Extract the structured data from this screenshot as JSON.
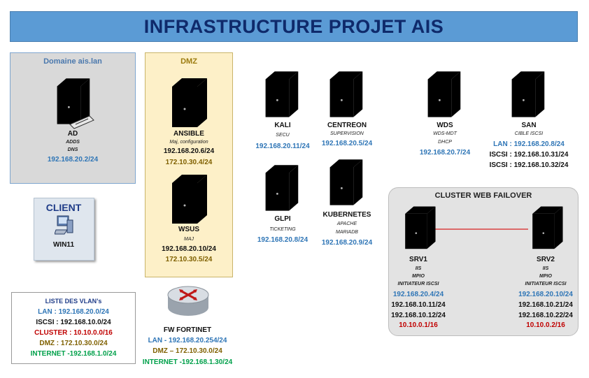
{
  "title": "INFRASTRUCTURE PROJET AIS",
  "domain": {
    "title": "Domaine ais.lan",
    "server": {
      "name": "AD",
      "roles": [
        "ADDS",
        "DNS"
      ],
      "ip": "192.168.20.2/24"
    }
  },
  "dmz": {
    "title": "DMZ",
    "ansible": {
      "name": "ANSIBLE",
      "role": "Maj, configuration",
      "ip1": "192.168.20.6/24",
      "ip2": "172.10.30.4/24"
    },
    "wsus": {
      "name": "WSUS",
      "role": "MAJ",
      "ip1": "192.168.20.10/24",
      "ip2": "172.10.30.5/24"
    }
  },
  "servers": {
    "kali": {
      "name": "KALI",
      "role": "SECU",
      "ip": "192.168.20.11/24"
    },
    "centreon": {
      "name": "CENTREON",
      "role": "SUPERVISION",
      "ip": "192.168.20.5/24"
    },
    "glpi": {
      "name": "GLPI",
      "role": "TICKETING",
      "ip": "192.168.20.8/24"
    },
    "kubernetes": {
      "name": "KUBERNETES",
      "role1": "APACHE",
      "role2": "MARIADB",
      "ip": "192.168.20.9/24"
    },
    "wds": {
      "name": "WDS",
      "role1": "WDS-MDT",
      "role2": "DHCP",
      "ip": "192.168.20.7/24"
    },
    "san": {
      "name": "SAN",
      "role": "CIBLE ISCSI",
      "lan": "LAN : 192.168.20.8/24",
      "iscsi1": "ISCSI : 192.168.10.31/24",
      "iscsi2": "ISCSI : 192.168.10.32/24"
    }
  },
  "client": {
    "title": "CLIENT",
    "name": "WIN11"
  },
  "cluster": {
    "title": "CLUSTER WEB FAILOVER",
    "srv1": {
      "name": "SRV1",
      "role1": "IIS",
      "role2": "MPIO",
      "role3": "INITIATEUR ISCSI",
      "ip1": "192.168.20.4/24",
      "ip2": "192.168.10.11/24",
      "ip3": "192.168.10.12/24",
      "ip4": "10.10.0.1/16"
    },
    "srv2": {
      "name": "SRV2",
      "role1": "IIS",
      "role2": "MPIO",
      "role3": "INITIATEUR ISCSI",
      "ip1": "192.168.20.10/24",
      "ip2": "192.168.10.21/24",
      "ip3": "192.168.10.22/24",
      "ip4": "10.10.0.2/16"
    }
  },
  "vlans": {
    "title": "LISTE DES VLAN’s",
    "lan": "LAN : 192.168.20.0/24",
    "iscsi": "ISCSI : 192.168.10.0/24",
    "cluster": "CLUSTER : 10.10.0.0/16",
    "dmz": "DMZ : 172.10.30.0/24",
    "internet": "INTERNET -192.168.1.0/24"
  },
  "firewall": {
    "name": "FW FORTINET",
    "lan": "LAN - 192.168.20.254/24",
    "dmz": "DMZ – 172.10.30.0/24",
    "internet": "INTERNET -192.168.1.30/24"
  },
  "colors": {
    "banner": "#5b9bd5",
    "lan": "#2e75b6",
    "dmz": "#7f6000",
    "cluster": "#c00000",
    "internet": "#00a04a",
    "server_blue": "#3d6fc4",
    "server_orange": "#d9702c",
    "server_olive": "#8a7a1e"
  }
}
